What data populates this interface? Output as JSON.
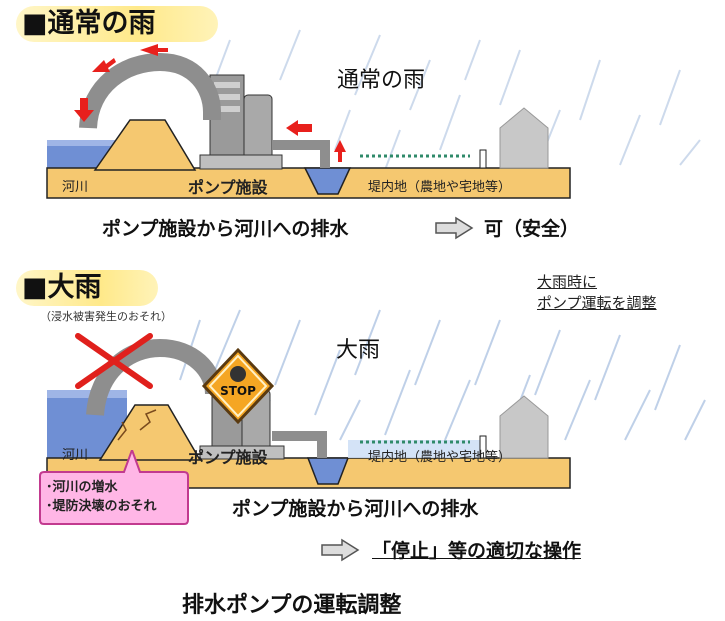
{
  "normal": {
    "tag": "■通常の雨",
    "rain_label": "通常の雨",
    "river_label": "河川",
    "pump_label": "ポンプ施設",
    "inland_label": "堤内地（農地や宅地等）",
    "caption_left": "ポンプ施設から河川への排水",
    "caption_right": "可（安全）"
  },
  "heavy": {
    "tag": "■大雨",
    "subtitle": "（浸水被害発生のおそれ）",
    "rain_label": "大雨",
    "river_label": "河川",
    "pump_label": "ポンプ施設",
    "inland_label": "堤内地（農地や宅地等）",
    "stop_sign": "STOP",
    "note_line1": "大雨時に",
    "note_line2": "ポンプ運転を調整",
    "callout_line1": "･河川の増水",
    "callout_line2": "･堤防決壊のおそれ",
    "caption_main": "ポンプ施設から河川への排水",
    "caption_action": "「停止」等の適切な操作"
  },
  "title": "排水ポンプの運転調整",
  "colors": {
    "ground": "#f5c870",
    "water": "#6f8fd4",
    "pipe": "#8e8e8e",
    "arrow_red": "#e8201c",
    "cross_red": "#e0201c",
    "tag_yellow": "#ffe98a",
    "callout_pink": "#ffb6e6",
    "fence_green": "#2f8a6a"
  }
}
